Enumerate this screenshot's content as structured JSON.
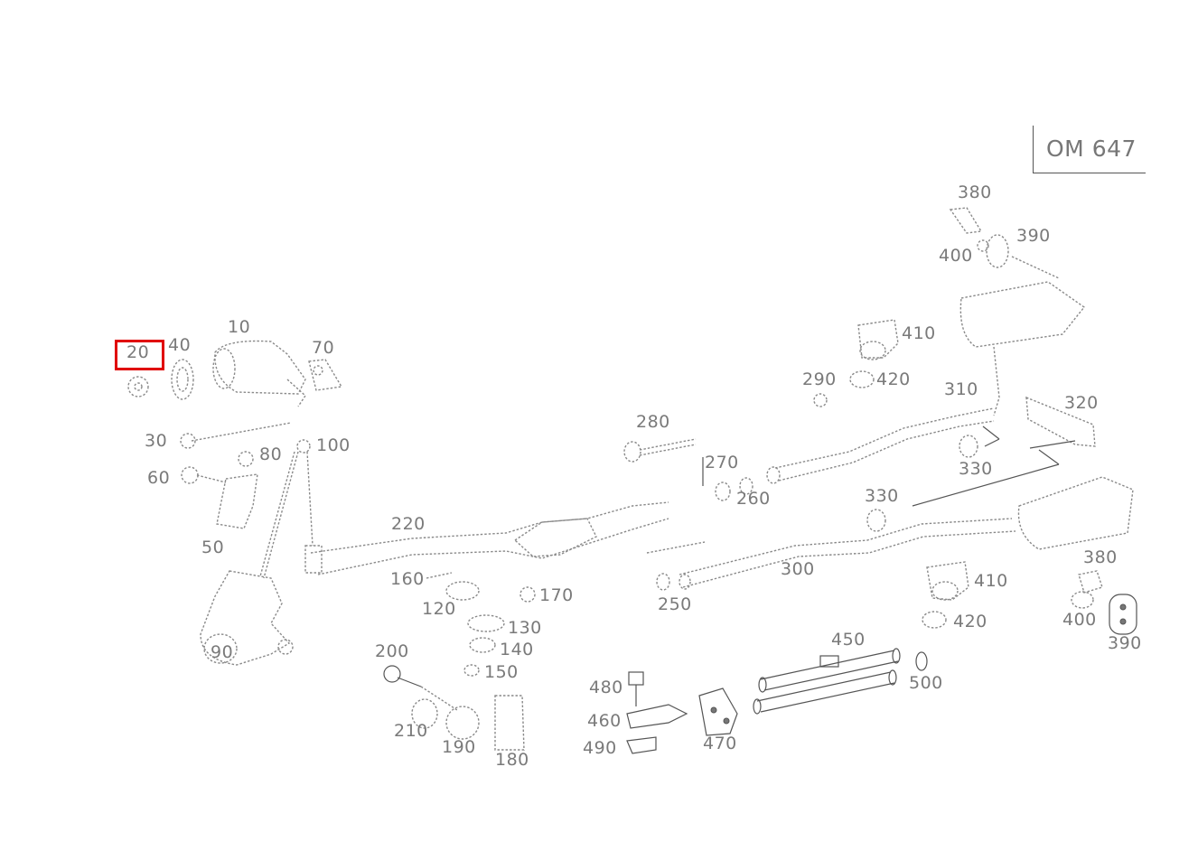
{
  "engine_code": "OM 647",
  "highlighted_part": "20",
  "labels": [
    {
      "id": "10",
      "text": "10"
    },
    {
      "id": "20",
      "text": "20"
    },
    {
      "id": "30",
      "text": "30"
    },
    {
      "id": "40",
      "text": "40"
    },
    {
      "id": "50",
      "text": "50"
    },
    {
      "id": "60",
      "text": "60"
    },
    {
      "id": "70",
      "text": "70"
    },
    {
      "id": "80",
      "text": "80"
    },
    {
      "id": "90",
      "text": "90"
    },
    {
      "id": "100",
      "text": "100"
    },
    {
      "id": "120",
      "text": "120"
    },
    {
      "id": "130",
      "text": "130"
    },
    {
      "id": "140",
      "text": "140"
    },
    {
      "id": "150",
      "text": "150"
    },
    {
      "id": "160",
      "text": "160"
    },
    {
      "id": "170",
      "text": "170"
    },
    {
      "id": "180",
      "text": "180"
    },
    {
      "id": "190",
      "text": "190"
    },
    {
      "id": "200",
      "text": "200"
    },
    {
      "id": "210",
      "text": "210"
    },
    {
      "id": "220",
      "text": "220"
    },
    {
      "id": "250",
      "text": "250"
    },
    {
      "id": "260",
      "text": "260"
    },
    {
      "id": "270",
      "text": "270"
    },
    {
      "id": "280",
      "text": "280"
    },
    {
      "id": "290",
      "text": "290"
    },
    {
      "id": "300",
      "text": "300"
    },
    {
      "id": "310",
      "text": "310"
    },
    {
      "id": "320",
      "text": "320"
    },
    {
      "id": "330a",
      "text": "330"
    },
    {
      "id": "330b",
      "text": "330"
    },
    {
      "id": "380a",
      "text": "380"
    },
    {
      "id": "380b",
      "text": "380"
    },
    {
      "id": "390a",
      "text": "390"
    },
    {
      "id": "390b",
      "text": "390"
    },
    {
      "id": "400a",
      "text": "400"
    },
    {
      "id": "400b",
      "text": "400"
    },
    {
      "id": "410a",
      "text": "410"
    },
    {
      "id": "410b",
      "text": "410"
    },
    {
      "id": "420a",
      "text": "420"
    },
    {
      "id": "420b",
      "text": "420"
    },
    {
      "id": "450",
      "text": "450"
    },
    {
      "id": "460",
      "text": "460"
    },
    {
      "id": "470",
      "text": "470"
    },
    {
      "id": "480",
      "text": "480"
    },
    {
      "id": "490",
      "text": "490"
    },
    {
      "id": "500",
      "text": "500"
    }
  ]
}
